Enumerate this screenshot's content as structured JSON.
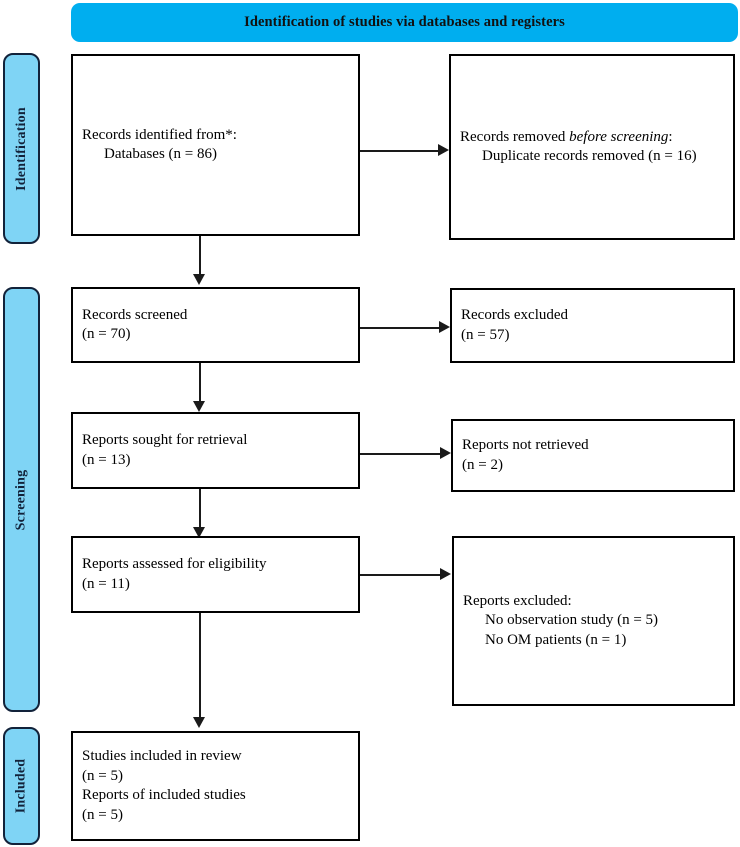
{
  "diagram": {
    "title": "Identification of studies via databases and registers",
    "type": "PRISMA flow diagram",
    "colors": {
      "banner": "#00AEEF",
      "stage_bar": "#7FD4F5",
      "stage_text": "#12223a",
      "box_border": "#000000",
      "connector": "#1a1a1a"
    }
  },
  "stages": [
    {
      "id": "identification",
      "label": "Identification"
    },
    {
      "id": "screening",
      "label": "Screening"
    },
    {
      "id": "included",
      "label": "Included"
    }
  ],
  "nodes": {
    "records_identified": {
      "line1": "Records identified from*:",
      "line2": "Databases (n = 86)"
    },
    "records_removed": {
      "line1_a": "Records removed ",
      "line1_italic": "before screening",
      "line1_b": ":",
      "line2": "Duplicate records removed  (n = 16)"
    },
    "records_screened": {
      "line1": "Records screened",
      "line2": "(n = 70)"
    },
    "records_excluded": {
      "line1": "Records excluded",
      "line2": "(n = 57)"
    },
    "reports_sought": {
      "line1": "Reports sought for retrieval",
      "line2": "(n = 13)"
    },
    "reports_not_retrieved": {
      "line1": "Reports not retrieved",
      "line2": "(n = 2)"
    },
    "reports_assessed": {
      "line1": "Reports assessed for eligibility",
      "line2": "(n = 11)"
    },
    "reports_excluded": {
      "line1": "Reports excluded:",
      "line2": "No observation study (n = 5)",
      "line3": "No OM patients (n = 1)"
    },
    "studies_included": {
      "line1": "Studies included in review",
      "line2": "(n = 5)",
      "line3": "Reports of included studies",
      "line4": "(n = 5)"
    }
  },
  "chart_data": {
    "type": "diagram",
    "title": "Identification of studies via databases and registers",
    "stages": [
      "Identification",
      "Screening",
      "Included"
    ],
    "counts": {
      "records_identified_databases": 86,
      "duplicate_records_removed": 16,
      "records_screened": 70,
      "records_excluded": 57,
      "reports_sought_for_retrieval": 13,
      "reports_not_retrieved": 2,
      "reports_assessed_for_eligibility": 11,
      "reports_excluded_no_observation_study": 5,
      "reports_excluded_no_om_patients": 1,
      "studies_included_in_review": 5,
      "reports_of_included_studies": 5
    }
  }
}
